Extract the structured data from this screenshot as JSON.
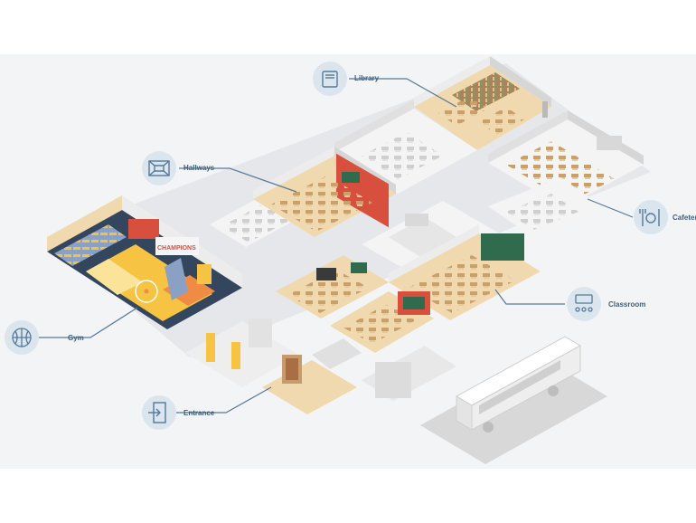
{
  "labels": {
    "library": "Library",
    "hallways": "Hallways",
    "cafeteria": "Cafeter",
    "classroom": "Classroom",
    "gym": "Gym",
    "entrance": "Entrance",
    "banner": "CHAMPIONS"
  },
  "icons": {
    "library": "book-icon",
    "hallways": "hallway-icon",
    "cafeteria": "fork-knife-icon",
    "classroom": "classroom-icon",
    "gym": "basketball-icon",
    "entrance": "door-enter-icon"
  },
  "colors": {
    "panel": "#f3f4f6",
    "icon_circle": "#dbe5ee",
    "icon_stroke": "#54799a",
    "leader": "#54799a",
    "label": "#3f5d7a",
    "floor_wood": "#f0d9ae",
    "floor_light": "#f6e7c8",
    "wall_white": "#ececec",
    "wall_shade": "#d6d6d6",
    "accent_red": "#d94f3d",
    "court_yellow": "#f6c343",
    "court_navy": "#34455e",
    "court_orange": "#ef8b45",
    "board_green": "#2f6b4c",
    "bus_grey": "#dcdcdc"
  }
}
